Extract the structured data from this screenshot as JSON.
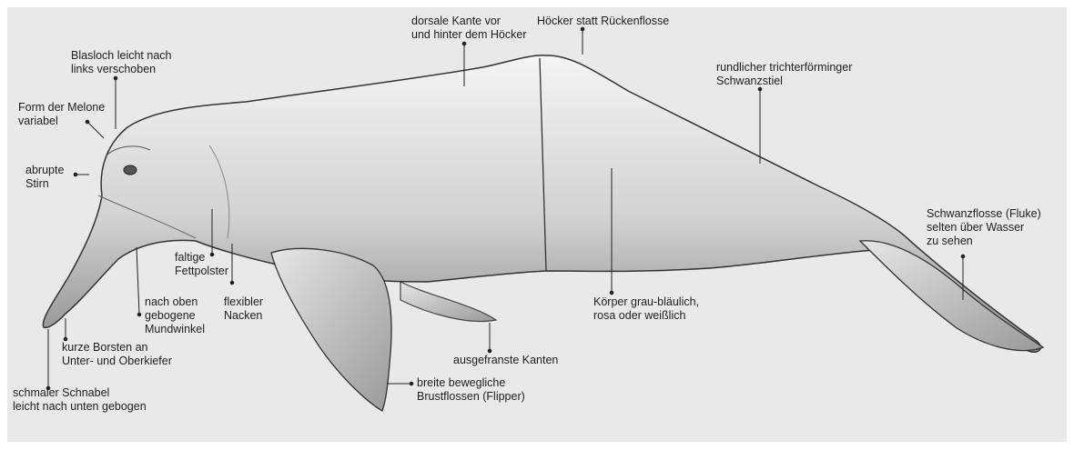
{
  "labels": {
    "dorsal_edge": "dorsale Kante vor\nund hinter dem Höcker",
    "hump": "Höcker statt Rückenflosse",
    "blowhole": "Blasloch leicht nach\nlinks verschoben",
    "melon": "Form der Melone\nvariabel",
    "forehead": "abrupte\nStirn",
    "tail_stock": "rundlicher trichterförminger\nSchwanzstiel",
    "fluke": "Schwanzflosse (Fluke)\nselten über Wasser\nzu sehen",
    "fat_pads": "faltige\nFettpolster",
    "mouth_corner": "nach oben\ngebogene\nMundwinkel",
    "neck": "flexibler\nNacken",
    "body": "Körper grau-bläulich,\nrosa oder weißlich",
    "bristles": "kurze Borsten an\nUnter- und Oberkiefer",
    "frayed_edges": "ausgefranste Kanten",
    "beak": "schmaler Schnabel\nleicht nach unten gebogen",
    "flippers": "breite bewegliche\nBrustflossen (Flipper)"
  }
}
